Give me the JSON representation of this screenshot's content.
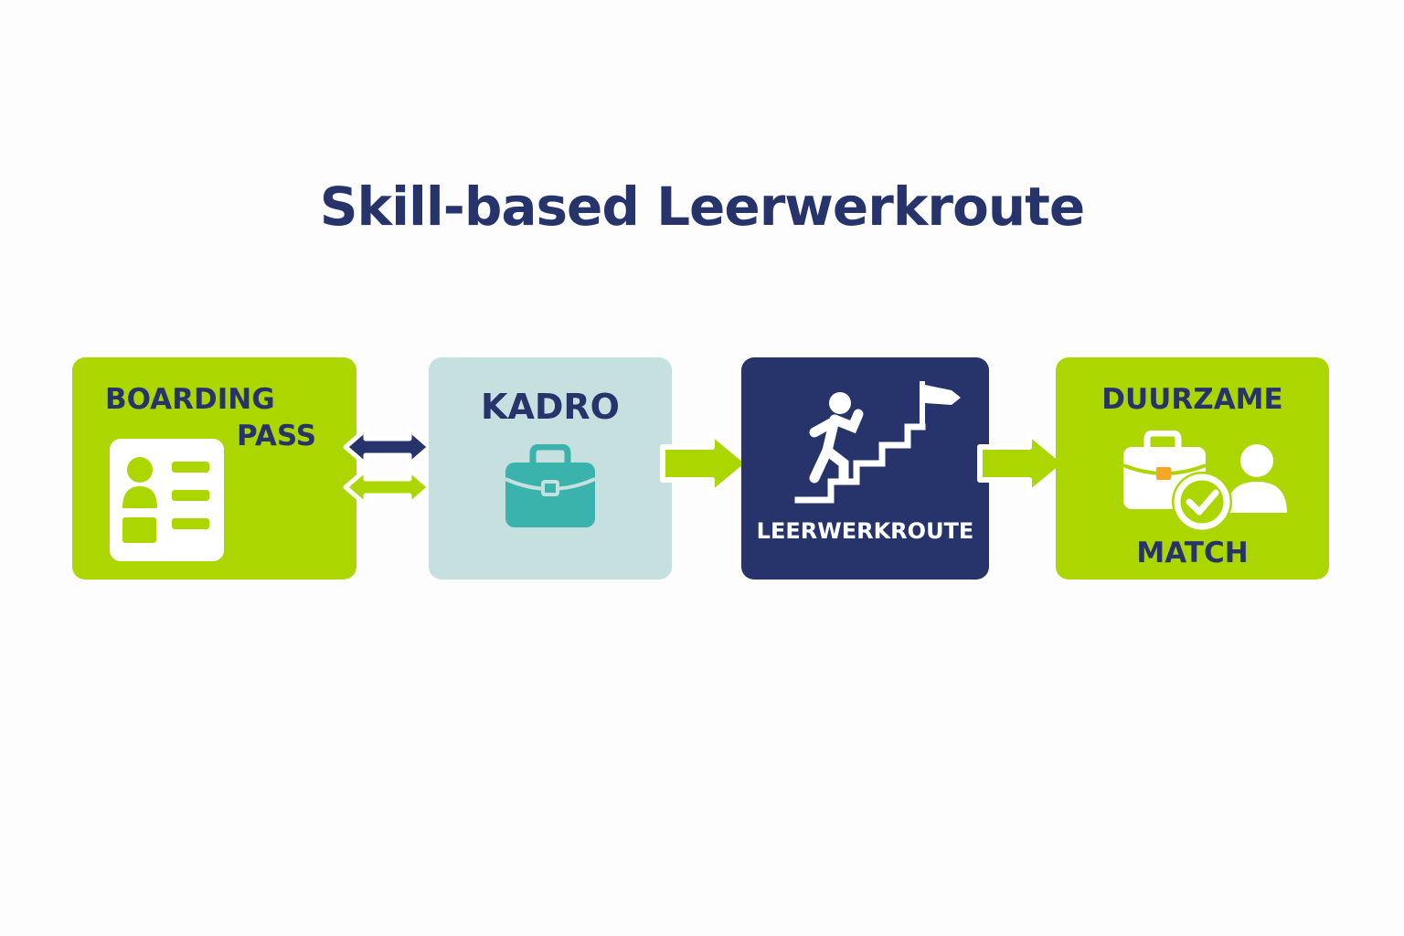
{
  "title": "Skill-based Leerwerkroute",
  "colors": {
    "navy": "#27346b",
    "lime": "#acd600",
    "light_teal": "#c5e0de",
    "teal": "#3bb3ad",
    "orange": "#f5a623",
    "white": "#ffffff"
  },
  "steps": [
    {
      "label_lines": [
        "BOARDING",
        "PASS"
      ],
      "icon": "id-card-icon"
    },
    {
      "label_lines": [
        "KADRO"
      ],
      "icon": "briefcase-icon"
    },
    {
      "label_lines": [
        "LEERWERKROUTE"
      ],
      "icon": "climbing-stairs-flag-icon"
    },
    {
      "label_lines": [
        "DUURZAME",
        "MATCH"
      ],
      "icon": "briefcase-person-check-icon"
    }
  ],
  "connectors": [
    {
      "type": "double-arrow",
      "between": [
        "BOARDING PASS",
        "KADRO"
      ]
    },
    {
      "type": "arrow",
      "between": [
        "KADRO",
        "LEERWERKROUTE"
      ]
    },
    {
      "type": "arrow",
      "between": [
        "LEERWERKROUTE",
        "DUURZAME MATCH"
      ]
    }
  ]
}
